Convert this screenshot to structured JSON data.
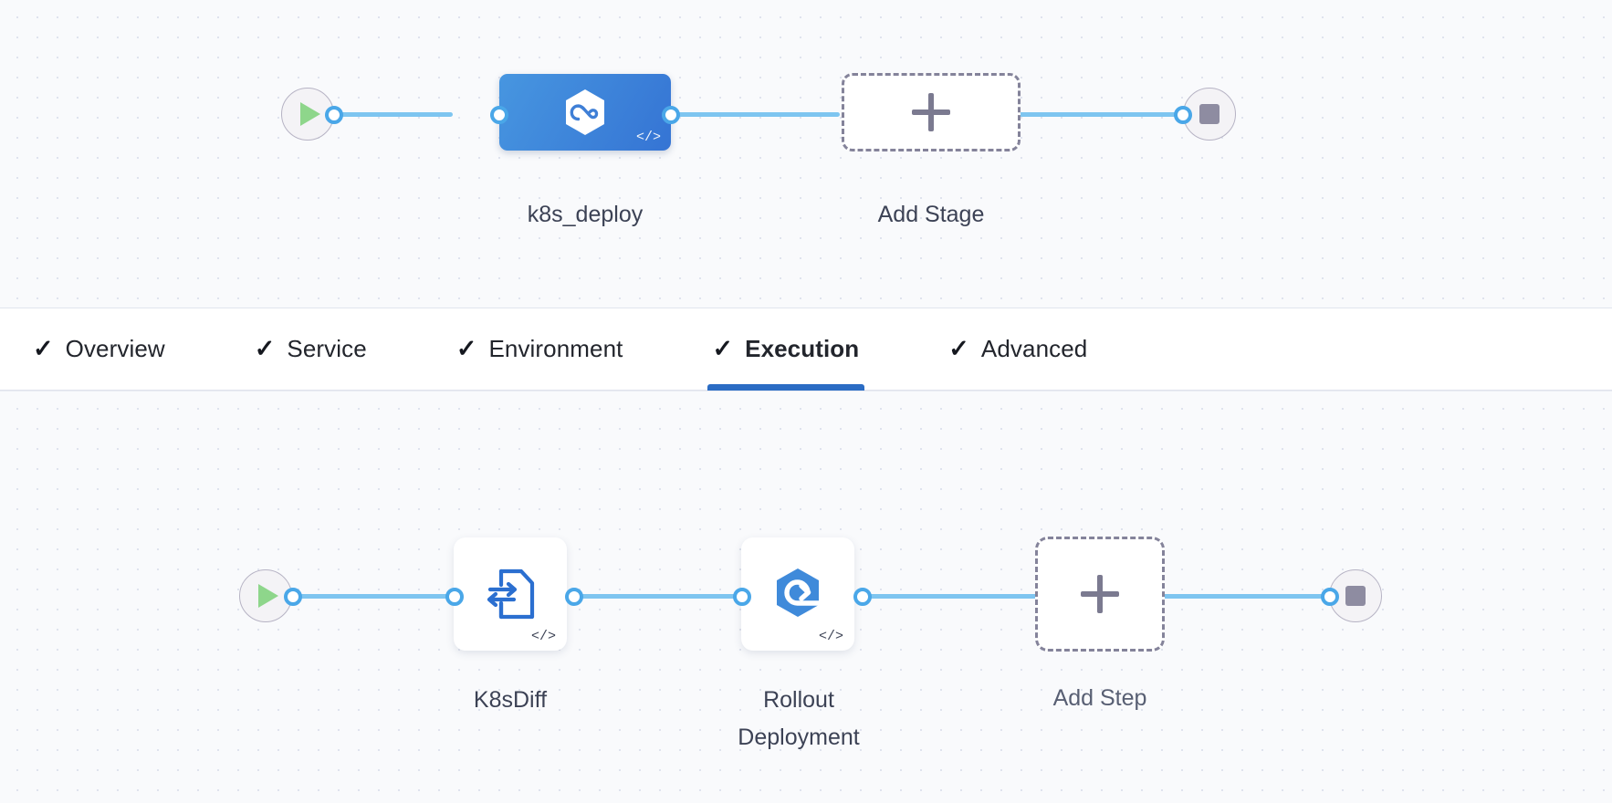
{
  "colors": {
    "accent_blue": "#2b6cc4",
    "stage_gradient_from": "#4796e0",
    "stage_gradient_to": "#3574d4",
    "edge_blue": "#7ec5f0",
    "port_blue": "#4aa7e8",
    "play_green": "#8ed68b",
    "stop_gray": "#8e8ca1",
    "dashed_gray": "#84839a",
    "canvas_bg": "#f9fafc",
    "dot_grid": "#dfe3ee"
  },
  "stage_canvas": {
    "start_node": {
      "icon": "play-icon"
    },
    "end_node": {
      "icon": "stop-icon"
    },
    "stages": [
      {
        "name": "k8s_deploy",
        "icon": "harness-cd-hexagon-icon",
        "code_marker": "</>",
        "selected": true
      }
    ],
    "add_stage": {
      "label": "Add Stage",
      "icon": "plus-icon"
    }
  },
  "tabs": {
    "items": [
      {
        "label": "Overview",
        "icon": "check-icon",
        "complete": true,
        "active": false
      },
      {
        "label": "Service",
        "icon": "check-icon",
        "complete": true,
        "active": false
      },
      {
        "label": "Environment",
        "icon": "check-icon",
        "complete": true,
        "active": false
      },
      {
        "label": "Execution",
        "icon": "check-icon",
        "complete": true,
        "active": true
      },
      {
        "label": "Advanced",
        "icon": "check-icon",
        "complete": true,
        "active": false
      }
    ]
  },
  "step_canvas": {
    "start_node": {
      "icon": "play-icon"
    },
    "end_node": {
      "icon": "stop-icon"
    },
    "steps": [
      {
        "name": "K8sDiff",
        "icon": "k8s-diff-document-icon",
        "code_marker": "</>"
      },
      {
        "name": "Rollout\nDeployment",
        "icon": "rollout-deployment-hexagon-icon",
        "code_marker": "</>"
      }
    ],
    "add_step": {
      "label": "Add Step",
      "icon": "plus-icon"
    }
  }
}
